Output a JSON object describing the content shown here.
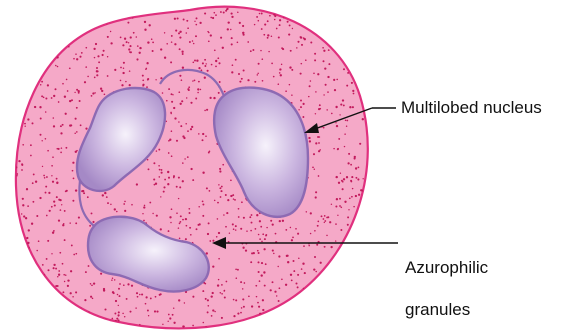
{
  "labels": {
    "nucleus": "Multilobed nucleus",
    "granules_line1": "Azurophilic",
    "granules_line2": "granules"
  },
  "colors": {
    "cytoplasm": "#f5a9c8",
    "cell_membrane": "#e0307e",
    "granule_dot": "#c21a5c",
    "nucleus_fill_center": "#f4f0fa",
    "nucleus_fill_edge": "#a98cc9",
    "nucleus_outline": "#8d6ab3",
    "leader_line": "#111111"
  }
}
